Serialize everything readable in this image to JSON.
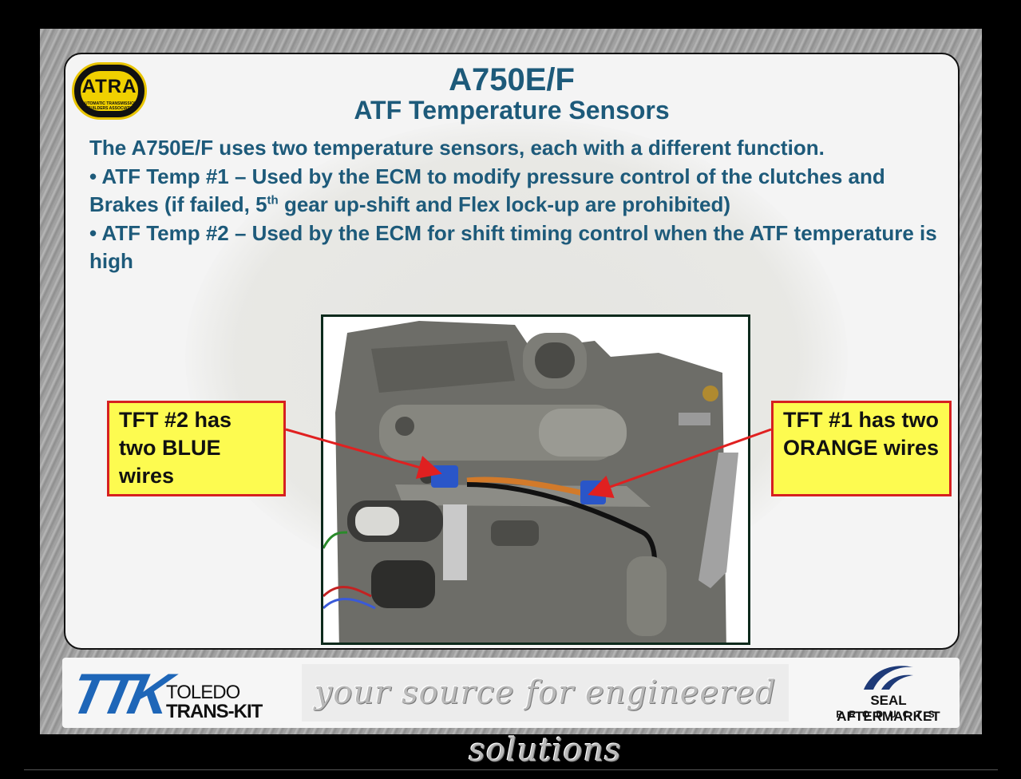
{
  "logo": {
    "word": "ATRA",
    "sub": "AUTOMATIC TRANSMISSION REBUILDERS ASSOCIATION"
  },
  "title": "A750E/F",
  "subtitle": "ATF Temperature Sensors",
  "body": {
    "intro": "The A750E/F uses two temperature sensors, each with a different function.",
    "bullet1_a": "• ATF Temp #1 – Used by the ECM to modify pressure control of the clutches and Brakes (if failed, 5",
    "bullet1_sup": "th",
    "bullet1_b": " gear up-shift and Flex lock-up are prohibited)",
    "bullet2": "• ATF Temp #2 – Used by the ECM for shift timing control when the ATF temperature is high"
  },
  "callouts": {
    "left": "TFT #2 has two BLUE wires",
    "right": "TFT #1 has two ORANGE wires"
  },
  "footer": {
    "ttk_mark": "TTK",
    "ttk_name1": "TOLEDO",
    "ttk_name2": "TRANS-KIT",
    "tagline": "your source for engineered solutions",
    "seal_name1": "SEAL AFTERMARKET",
    "seal_name2": "PRODUCTS"
  },
  "colors": {
    "heading": "#1d5a7a",
    "callout_bg": "#fdfb50",
    "callout_border": "#d62020",
    "arrow": "#e02020",
    "ttk_blue": "#1e66b8"
  }
}
